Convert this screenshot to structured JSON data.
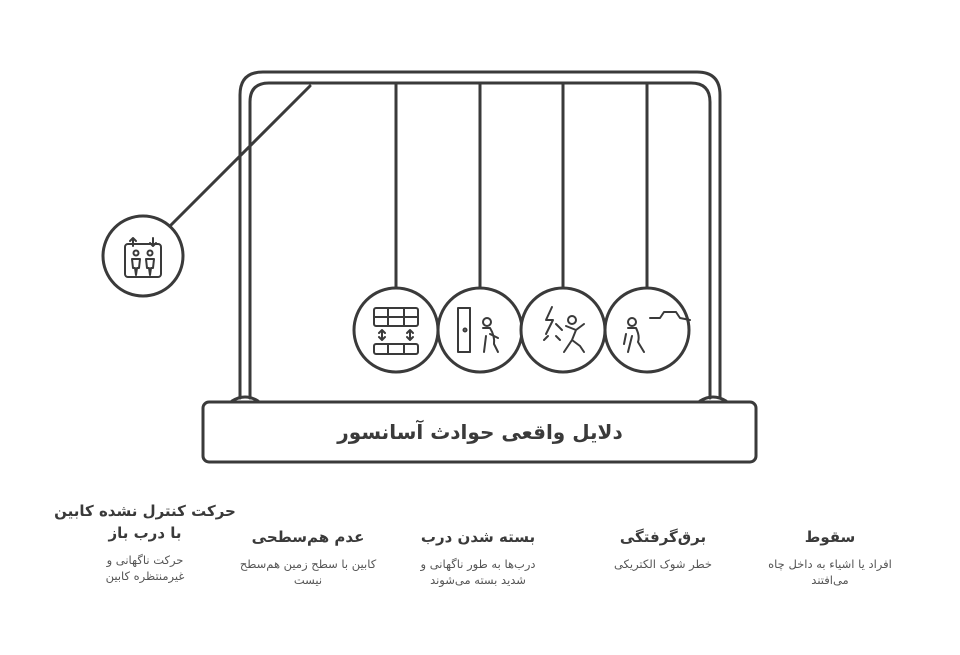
{
  "title": "دلایل واقعی حوادث آسانسور",
  "items": [
    {
      "title": "سقوط",
      "desc": "افراد یا اشیاء به داخل چاه می‌افتند",
      "icon": "falling-person-icon"
    },
    {
      "title": "برق‌گرفتگی",
      "desc": "خطر شوک الکتریکی",
      "icon": "electric-shock-icon"
    },
    {
      "title": "بسته شدن درب",
      "desc": "درب‌ها به طور ناگهانی و شدید بسته می‌شوند",
      "icon": "door-closing-icon"
    },
    {
      "title": "عدم هم‌سطحی",
      "desc": "کابین با سطح زمین هم‌سطح نیست",
      "icon": "floor-misalignment-icon"
    },
    {
      "title": "حرکت کنترل نشده کابین با درب باز",
      "desc": "حرکت ناگهانی و غیرمنتظره کابین",
      "icon": "elevator-icon"
    }
  ],
  "colors": {
    "stroke": "#3a3a3a",
    "background": "#ffffff"
  }
}
